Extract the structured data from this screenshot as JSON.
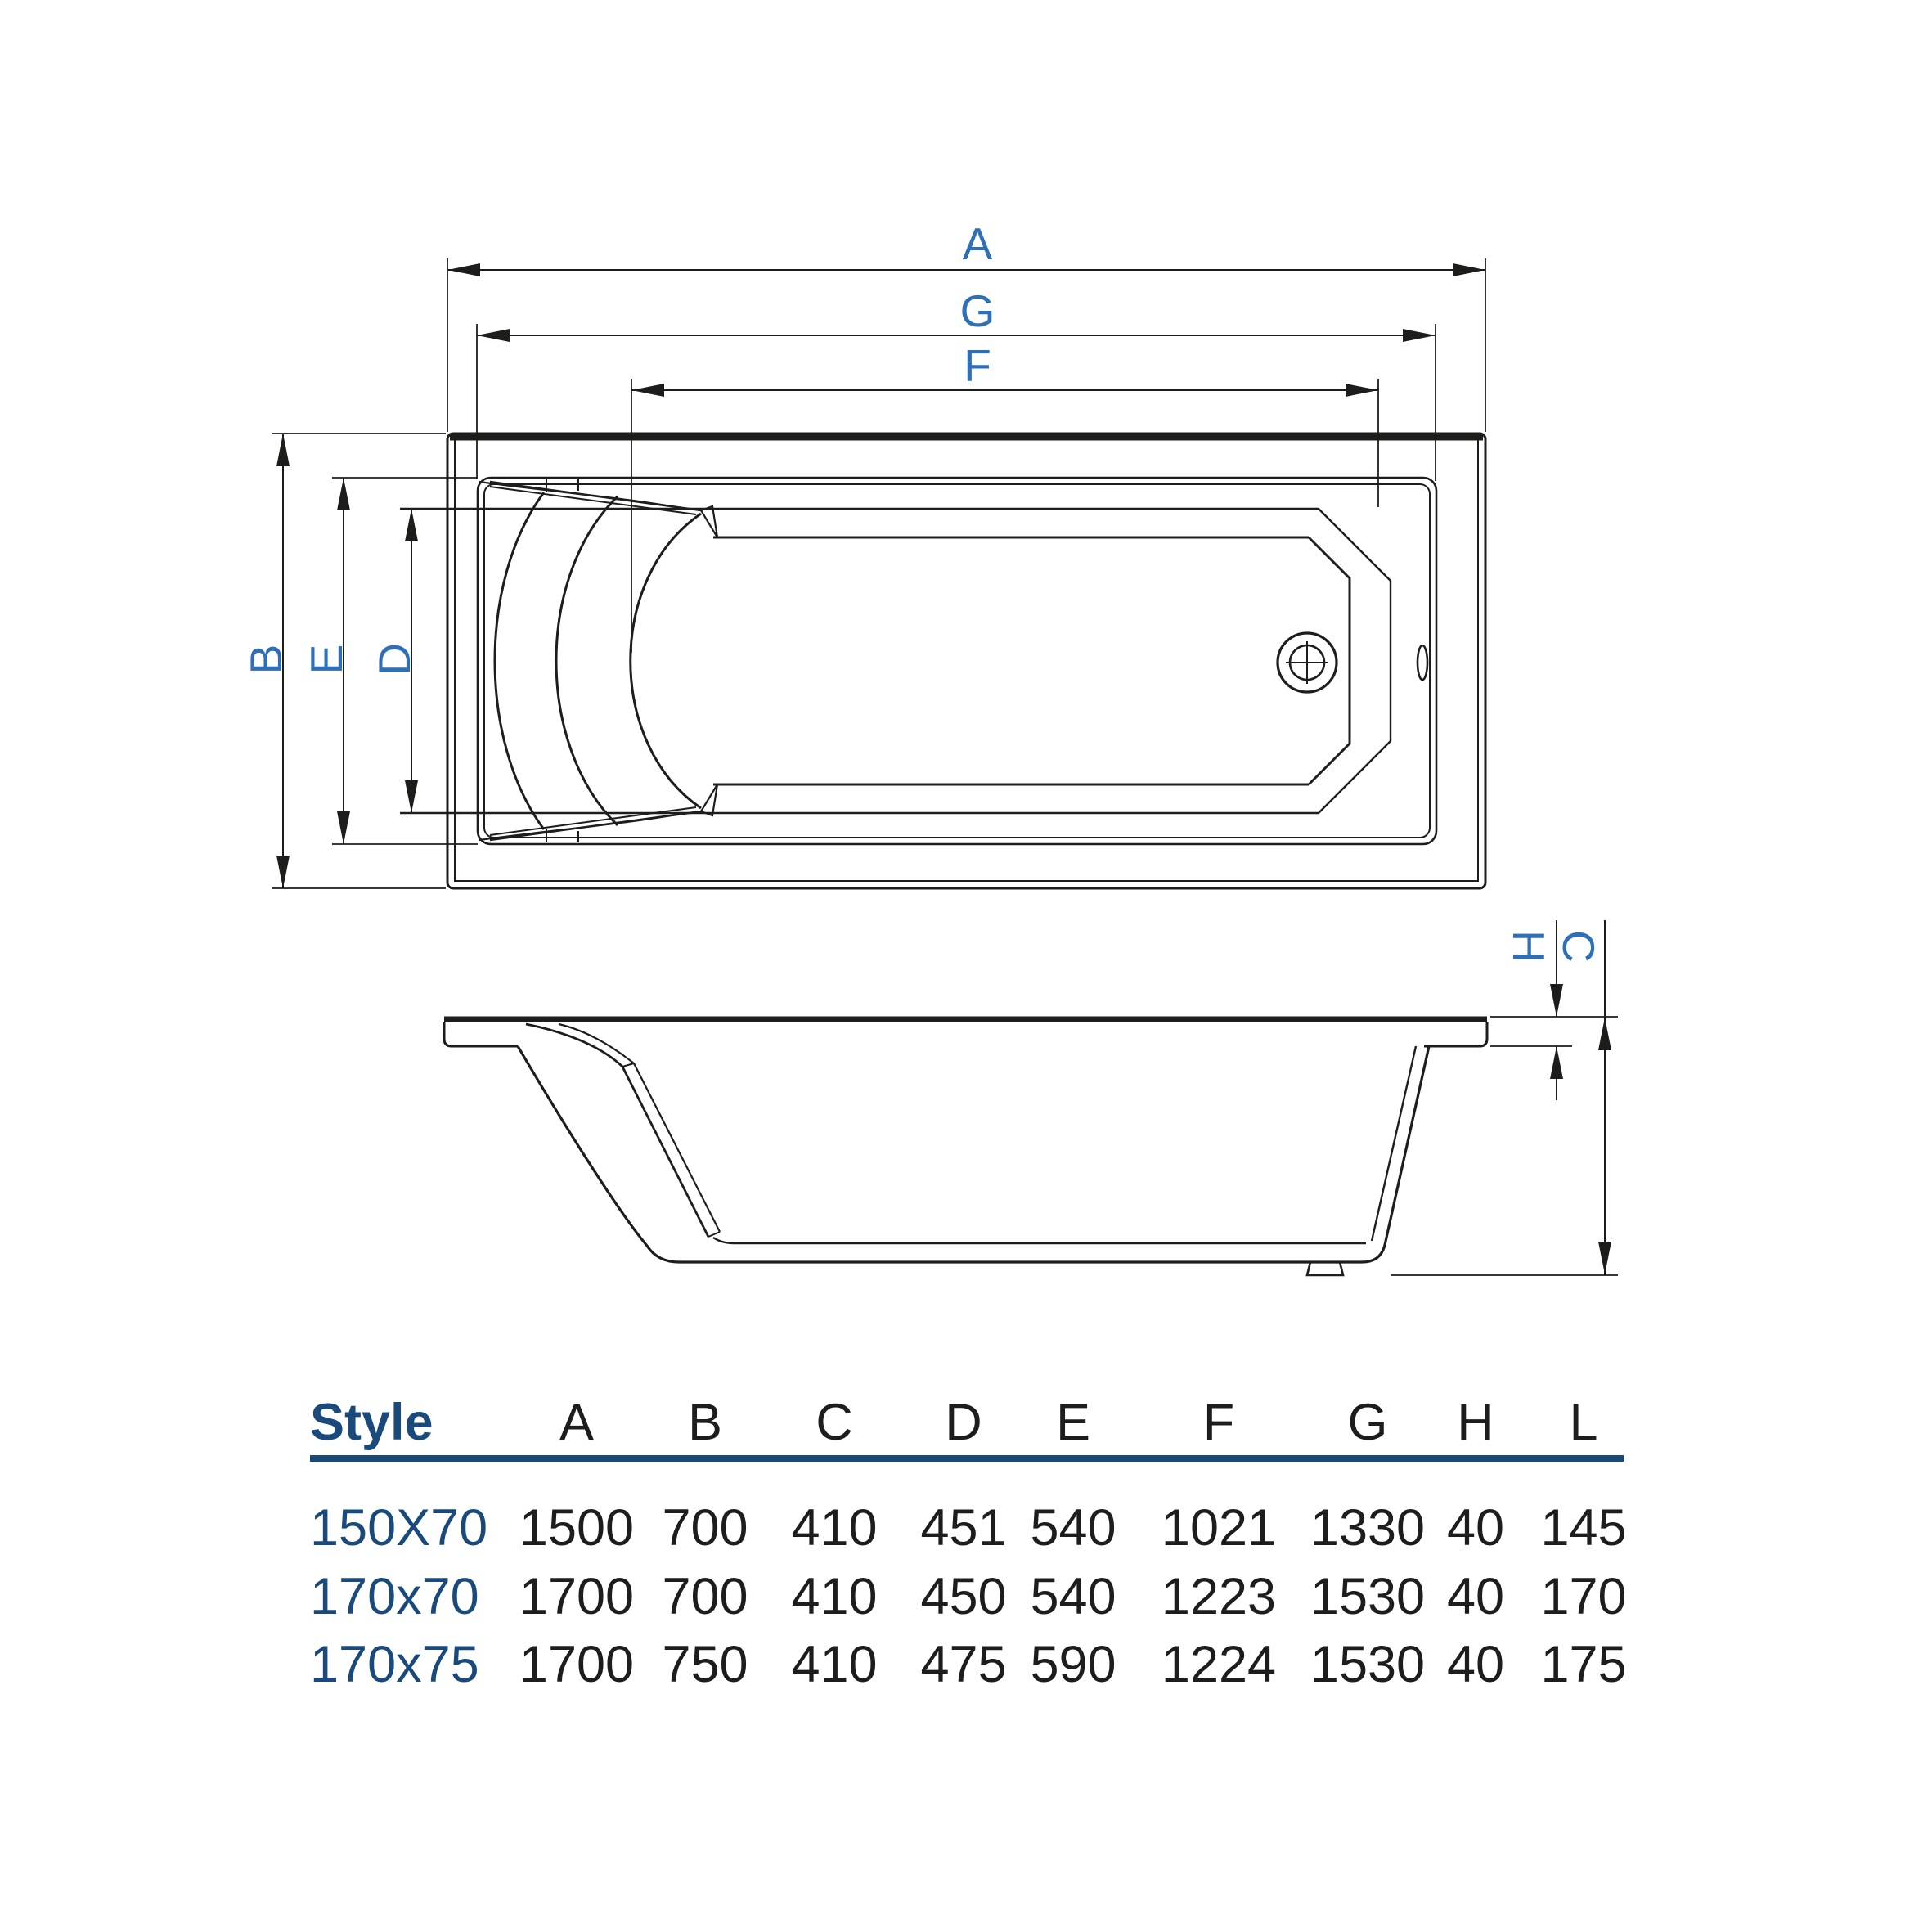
{
  "drawing": {
    "plan_labels": {
      "A": "A",
      "G": "G",
      "F": "F",
      "B": "B",
      "E": "E",
      "D": "D"
    },
    "side_labels": {
      "H": "H",
      "C": "C"
    }
  },
  "colors": {
    "dim_label_blue": "#2e6fb7",
    "table_navy": "#1a4a7c",
    "line_black": "#1d1d1b"
  },
  "table": {
    "style_header": "Style",
    "columns": [
      "A",
      "B",
      "C",
      "D",
      "E",
      "F",
      "G",
      "H",
      "L"
    ],
    "rows": [
      {
        "style": "150X70",
        "values": [
          "1500",
          "700",
          "410",
          "451",
          "540",
          "1021",
          "1330",
          "40",
          "145"
        ]
      },
      {
        "style": "170x70",
        "values": [
          "1700",
          "700",
          "410",
          "450",
          "540",
          "1223",
          "1530",
          "40",
          "170"
        ]
      },
      {
        "style": "170x75",
        "values": [
          "1700",
          "750",
          "410",
          "475",
          "590",
          "1224",
          "1530",
          "40",
          "175"
        ]
      }
    ]
  }
}
